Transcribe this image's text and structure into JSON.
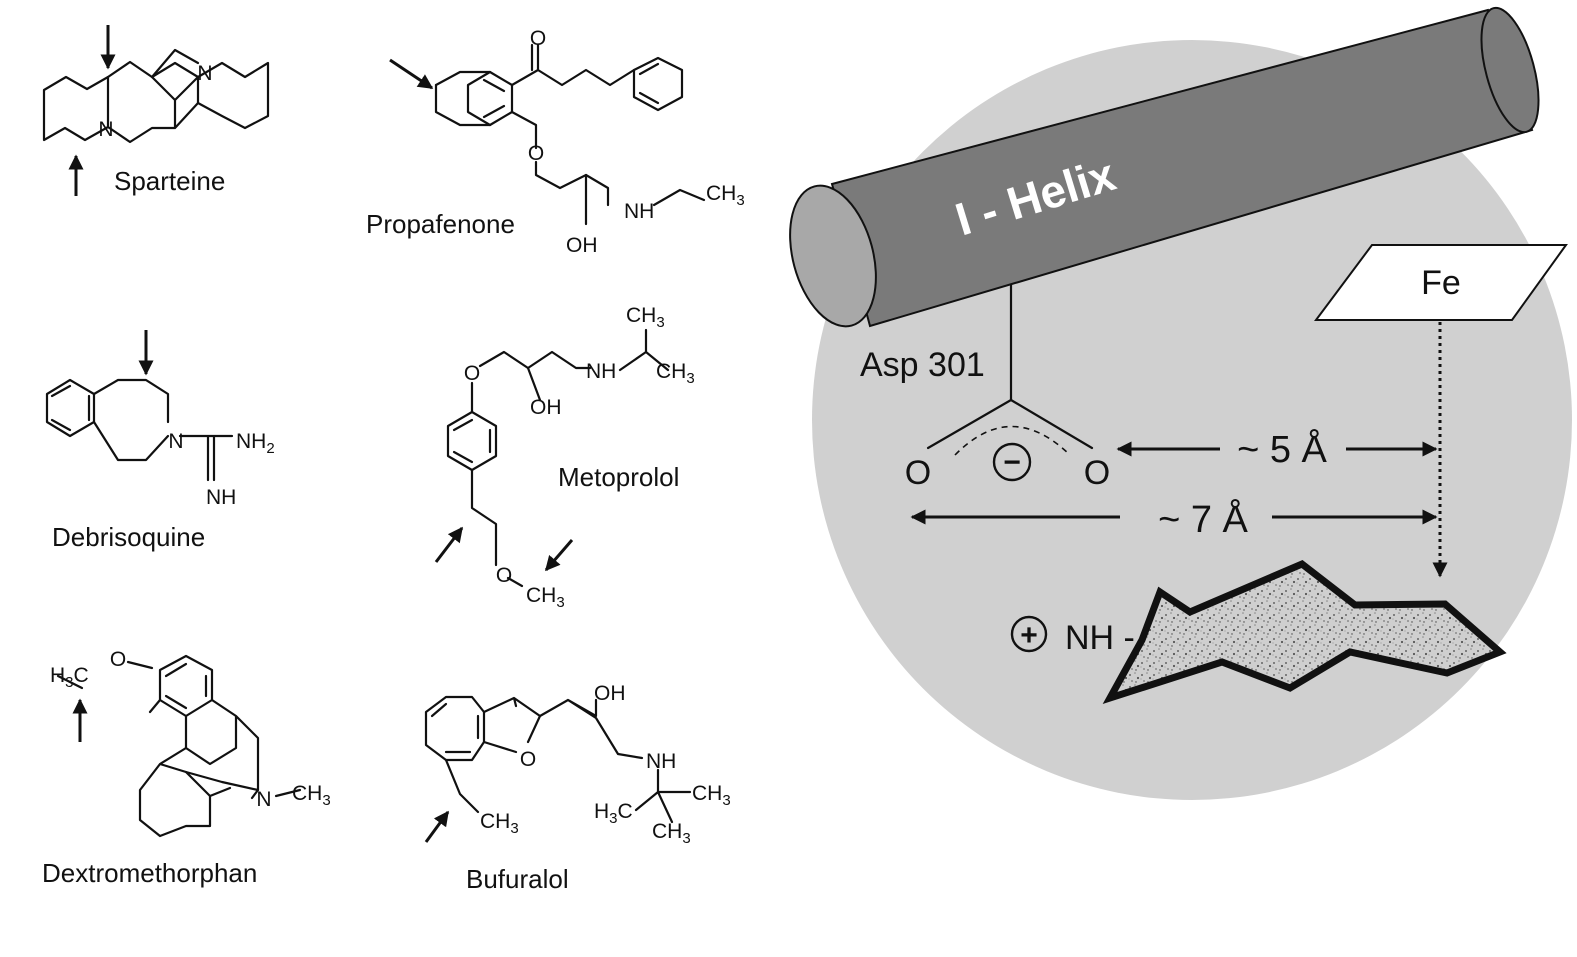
{
  "molecules": {
    "sparteine": {
      "name": "Sparteine",
      "atoms": {
        "n1": "N",
        "n2": "N"
      }
    },
    "propafenone": {
      "name": "Propafenone",
      "atoms": {
        "o_keto": "O",
        "o_ether": "O",
        "nh": "NH",
        "ch3": "CH",
        "ch3_sub": "3",
        "oh": "OH"
      }
    },
    "debrisoquine": {
      "name": "Debrisoquine",
      "atoms": {
        "n": "N",
        "nh2": "NH",
        "nh2_sub": "2",
        "nh": "NH"
      }
    },
    "metoprolol": {
      "name": "Metoprolol",
      "atoms": {
        "o_ether": "O",
        "nh": "NH",
        "ch3_top": "CH",
        "ch3_top_sub": "3",
        "ch3_right": "CH",
        "ch3_right_sub": "3",
        "oh": "OH",
        "o_methoxy": "O",
        "ch3_methoxy": "CH",
        "ch3_methoxy_sub": "3"
      }
    },
    "dextromethorphan": {
      "name": "Dextromethorphan",
      "atoms": {
        "h3c": "H",
        "h3c_sub": "3",
        "h3c_c": "C",
        "o": "O",
        "n": "N",
        "ch3": "CH",
        "ch3_sub": "3"
      }
    },
    "bufuralol": {
      "name": "Bufuralol",
      "atoms": {
        "o_ring": "O",
        "oh": "OH",
        "nh": "NH",
        "ch3_ethyl": "CH",
        "ch3_ethyl_sub": "3",
        "h3c": "H",
        "h3c_sub": "3",
        "h3c_c": "C",
        "ch3_a": "CH",
        "ch3_a_sub": "3",
        "ch3_b": "CH",
        "ch3_b_sub": "3"
      }
    }
  },
  "model": {
    "helix_label": "I - Helix",
    "residue_label": "Asp 301",
    "carboxylate_o_left": "O",
    "carboxylate_o_right": "O",
    "negative_charge": "−",
    "positive_charge": "+",
    "nh_label": "NH -",
    "iron_label": "Fe",
    "distance_5": "~ 5 Å",
    "distance_7": "~ 7 Å"
  },
  "colors": {
    "helix_body": "#7a7a7a",
    "helix_cap": "#a8a8a8",
    "active_site": "#d0d0d0",
    "substrate_fill": "#c4c4c4"
  }
}
